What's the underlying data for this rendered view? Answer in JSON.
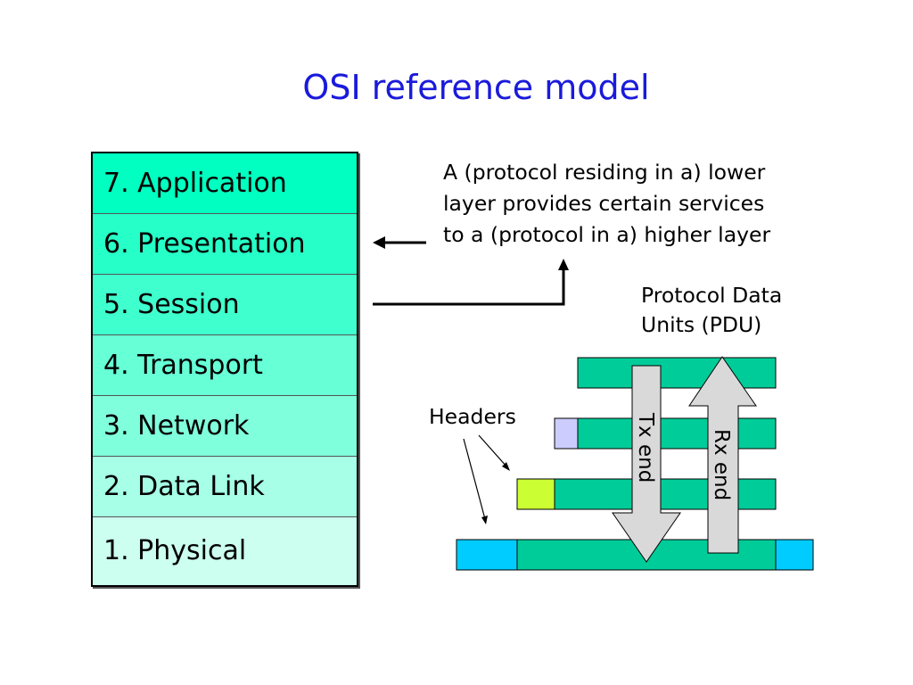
{
  "title": "OSI reference model",
  "layers": [
    {
      "label": "7. Application",
      "color": "#00ffc0"
    },
    {
      "label": "6. Presentation",
      "color": "#26ffc7"
    },
    {
      "label": "5. Session",
      "color": "#40ffce"
    },
    {
      "label": "4. Transport",
      "color": "#66ffd6"
    },
    {
      "label": "3. Network",
      "color": "#80ffdc"
    },
    {
      "label": "2. Data Link",
      "color": "#a6ffe6"
    },
    {
      "label": "1. Physical",
      "color": "#ccfff0"
    }
  ],
  "description": {
    "lines": [
      "A (protocol residing in a) lower",
      "layer provides certain services",
      "to a (protocol in a) higher layer"
    ]
  },
  "pdu": {
    "lines": [
      "Protocol Data",
      "Units (PDU)"
    ]
  },
  "headers_label": "Headers",
  "tx_label": "Tx end",
  "rx_label": "Rx end",
  "colors": {
    "title": "#1a1adb",
    "pdu_body": "#00cc99",
    "header_level2": "#ccccff",
    "header_level3": "#ccff33",
    "header_level4": "#00ccff",
    "arrow_fill": "#d9d9d9"
  }
}
